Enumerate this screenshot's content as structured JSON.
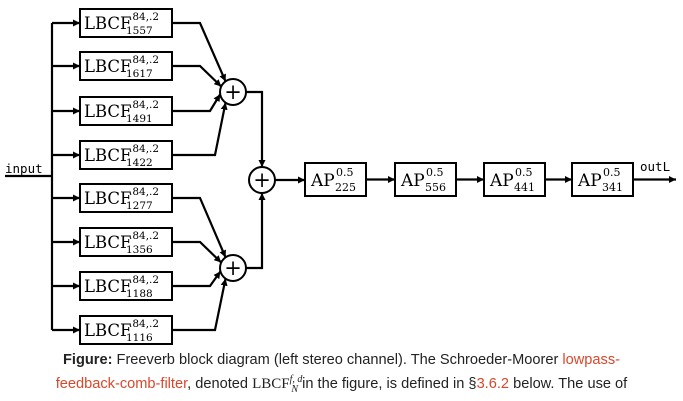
{
  "diagram": {
    "input_label": "input",
    "output_label": "outL",
    "sum_symbol": "+",
    "comb_filters": [
      {
        "name": "LBCF",
        "params": ".84,.2",
        "delay": "1557"
      },
      {
        "name": "LBCF",
        "params": ".84,.2",
        "delay": "1617"
      },
      {
        "name": "LBCF",
        "params": ".84,.2",
        "delay": "1491"
      },
      {
        "name": "LBCF",
        "params": ".84,.2",
        "delay": "1422"
      },
      {
        "name": "LBCF",
        "params": ".84,.2",
        "delay": "1277"
      },
      {
        "name": "LBCF",
        "params": ".84,.2",
        "delay": "1356"
      },
      {
        "name": "LBCF",
        "params": ".84,.2",
        "delay": "1188"
      },
      {
        "name": "LBCF",
        "params": ".84,.2",
        "delay": "1116"
      }
    ],
    "allpass_filters": [
      {
        "name": "AP",
        "gain": "0.5",
        "delay": "225"
      },
      {
        "name": "AP",
        "gain": "0.5",
        "delay": "556"
      },
      {
        "name": "AP",
        "gain": "0.5",
        "delay": "441"
      },
      {
        "name": "AP",
        "gain": "0.5",
        "delay": "341"
      }
    ]
  },
  "caption": {
    "label": "Figure:",
    "text_1": "Freeverb block diagram (left stereo channel). The Schroeder-Moorer",
    "link_1": "lowpass-",
    "link_2": "feedback-comb-filter",
    "text_2": ", denoted",
    "math_base": "LBCF",
    "math_sup": "f, d",
    "math_sub": "N",
    "text_3": "in the figure, is defined in §",
    "link_3": "3.6.2",
    "text_4": "below. The use of"
  }
}
